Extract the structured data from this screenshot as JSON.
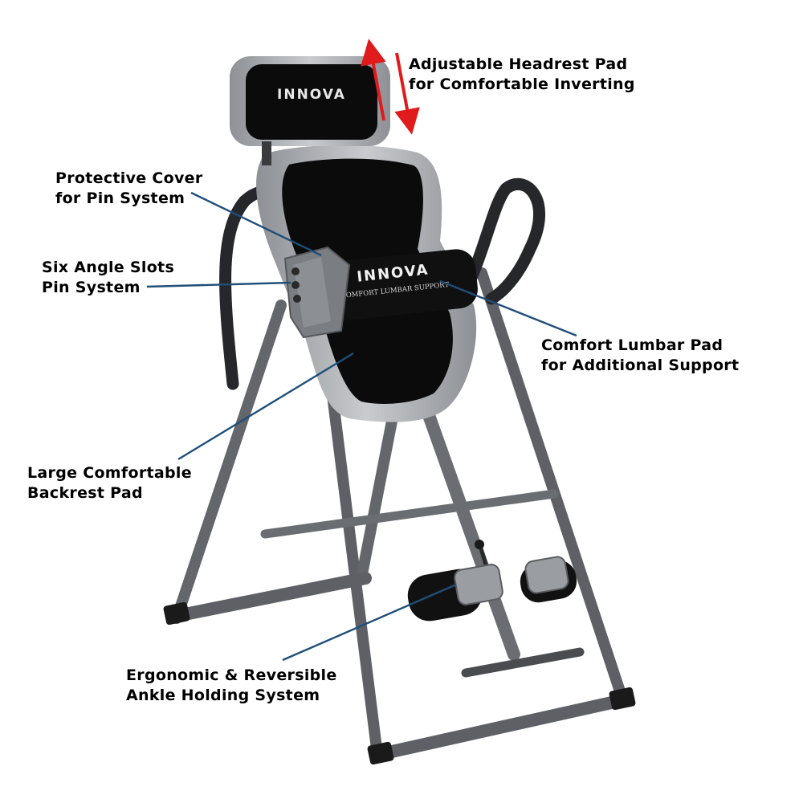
{
  "brand": {
    "headrest_logo": "INNOVA",
    "lumbar_logo": "INNOVA",
    "lumbar_subtext": "COMFORT LUMBAR SUPPORT"
  },
  "callouts": {
    "headrest": {
      "line1": "Adjustable Headrest Pad",
      "line2": "for Comfortable Inverting"
    },
    "cover": {
      "line1": "Protective Cover",
      "line2": "for Pin System"
    },
    "slots": {
      "line1": "Six Angle Slots",
      "line2": "Pin System"
    },
    "lumbar": {
      "line1": "Comfort Lumbar Pad",
      "line2": "for Additional Support"
    },
    "backrest": {
      "line1": "Large Comfortable",
      "line2": "Backrest Pad"
    },
    "ankle": {
      "line1": "Ergonomic & Reversible",
      "line2": "Ankle Holding System"
    }
  },
  "colors": {
    "frame": "#5e6065",
    "frame_highlight": "#8a8d92",
    "pad_black": "#0b0b0b",
    "pad_silver": "#a7a9ad",
    "leader_line": "#1f4e79",
    "arrow": "#e01b1b"
  }
}
